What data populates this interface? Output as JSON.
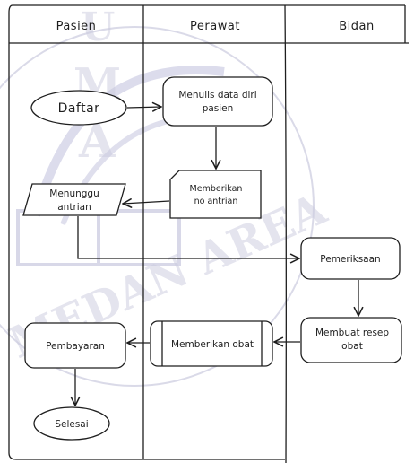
{
  "lanes": [
    {
      "id": "pasien",
      "title": "Pasien"
    },
    {
      "id": "perawat",
      "title": "Perawat"
    },
    {
      "id": "bidan",
      "title": "Bidan"
    }
  ],
  "nodes": {
    "daftar": {
      "lines": [
        "Daftar"
      ]
    },
    "menulis": {
      "lines": [
        "Menulis data diri",
        "pasien"
      ]
    },
    "memberikan_no": {
      "lines": [
        "Memberikan",
        "no antrian"
      ]
    },
    "menunggu": {
      "lines": [
        "Menunggu",
        "antrian"
      ]
    },
    "pemeriksaan": {
      "lines": [
        "Pemeriksaan"
      ]
    },
    "membuat": {
      "lines": [
        "Membuat resep",
        "obat"
      ]
    },
    "memberikan_obat": {
      "lines": [
        "Memberikan obat"
      ]
    },
    "pembayaran": {
      "lines": [
        "Pembayaran"
      ]
    },
    "selesai": {
      "lines": [
        "Selesai"
      ]
    }
  },
  "watermark": {
    "letters_top": [
      "U",
      "M",
      "A"
    ],
    "arc_text": "MEDAN AREA"
  },
  "colors": {
    "stroke": "#1e1e1e",
    "watermark": "#c8c8dc"
  }
}
